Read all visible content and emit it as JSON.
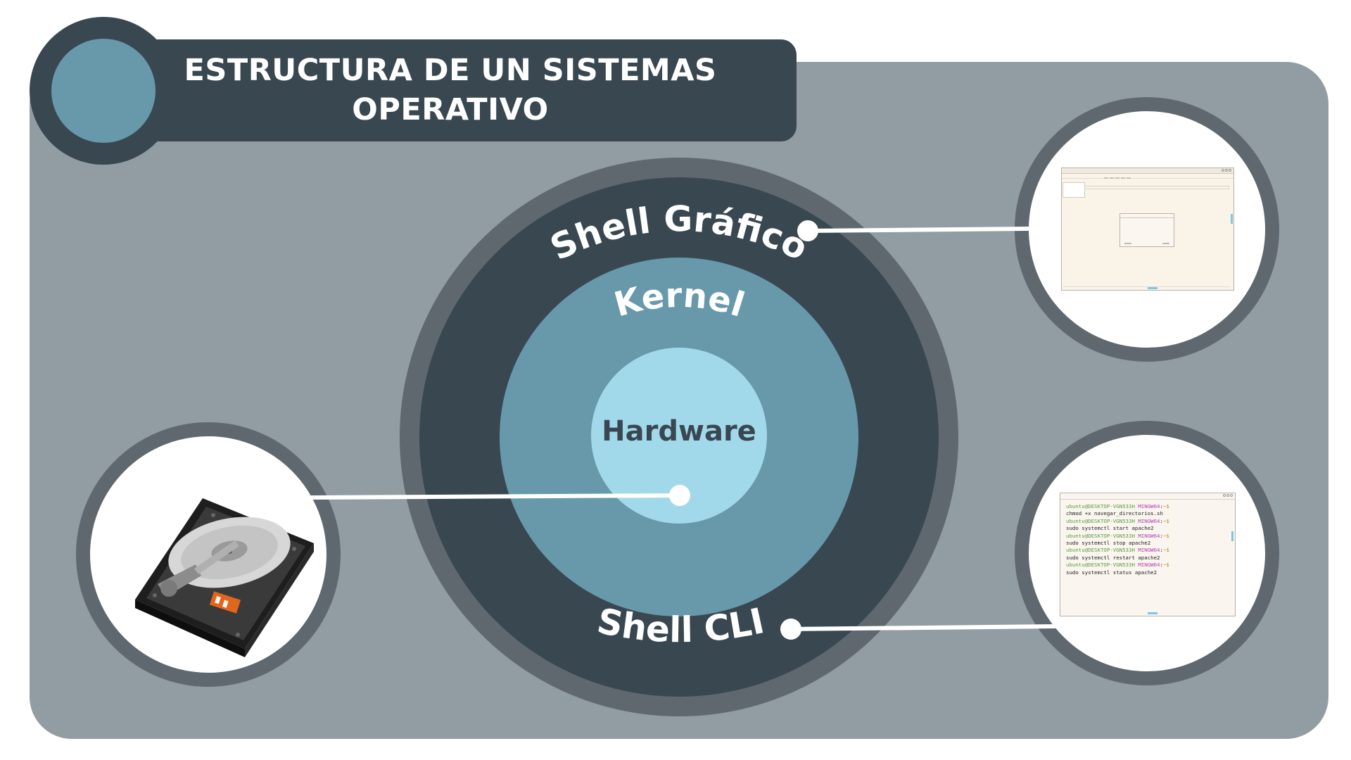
{
  "title": {
    "line1": "ESTRUCTURA DE UN SISTEMAS",
    "line2": "OPERATIVO"
  },
  "layers": {
    "shell_grafico": "Shell Gráfico",
    "kernel": "Kernel",
    "hardware": "Hardware",
    "shell_cli": "Shell CLI"
  },
  "colors": {
    "panel": "#919da3",
    "dark": "#394751",
    "outer_ring": "#5f686e",
    "kernel": "#6799ab",
    "hardware": "#a2d9ea"
  },
  "illustrations": {
    "hardware": "hard-disk-drive-icon"
  },
  "cli_terminal": {
    "lines": [
      {
        "user": "ubuntu@DESKTOP-VGN533H",
        "host": "MINGW64",
        "cwd": "~$",
        "cmd": ""
      },
      {
        "user": "",
        "host": "",
        "cwd": "",
        "cmd": "chmod +x navegar_directorios.sh"
      },
      {
        "user": "ubuntu@DESKTOP-VGN533H",
        "host": "MINGW64",
        "cwd": "~$",
        "cmd": ""
      },
      {
        "user": "",
        "host": "",
        "cwd": "",
        "cmd": "sudo systemctl start apache2"
      },
      {
        "user": "ubuntu@DESKTOP-VGN533H",
        "host": "MINGW64",
        "cwd": "~$",
        "cmd": ""
      },
      {
        "user": "",
        "host": "",
        "cwd": "",
        "cmd": "sudo systemctl stop apache2"
      },
      {
        "user": "ubuntu@DESKTOP-VGN533H",
        "host": "MINGW64",
        "cwd": "~$",
        "cmd": ""
      },
      {
        "user": "",
        "host": "",
        "cwd": "",
        "cmd": "sudo systemctl restart apache2"
      },
      {
        "user": "ubuntu@DESKTOP-VGN533H",
        "host": "MINGW64",
        "cwd": "~$",
        "cmd": ""
      },
      {
        "user": "",
        "host": "",
        "cwd": "",
        "cmd": "sudo systemctl status apache2"
      }
    ]
  }
}
